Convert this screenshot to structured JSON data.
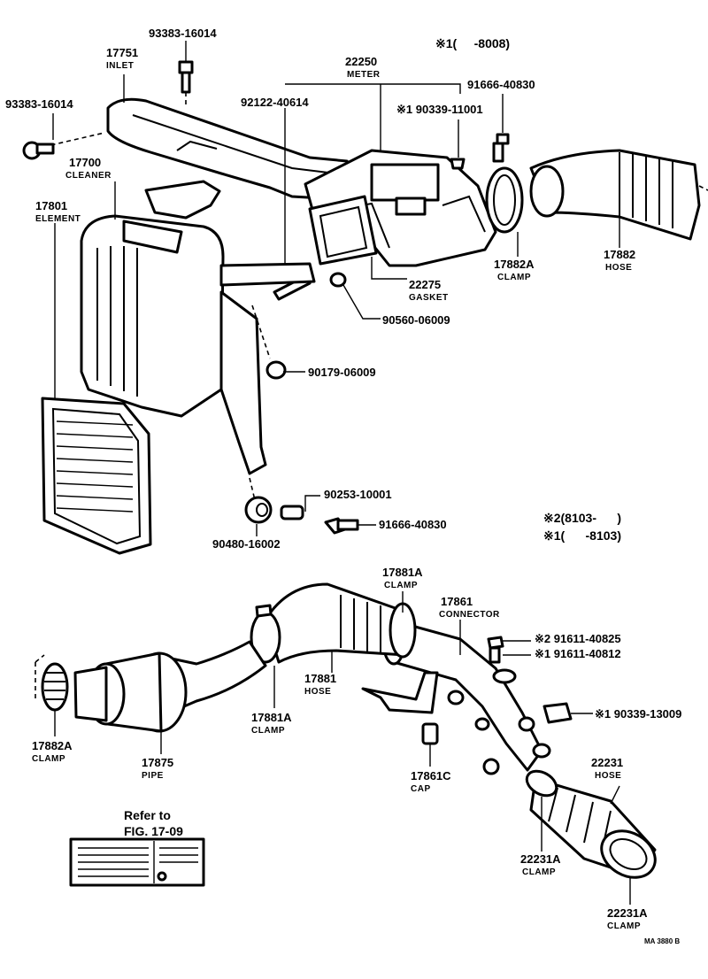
{
  "parts": [
    {
      "id": "p1",
      "number": "93383-16014",
      "name": ""
    },
    {
      "id": "p2",
      "number": "17751",
      "name": "INLET"
    },
    {
      "id": "p3",
      "number": "93383-16014",
      "name": ""
    },
    {
      "id": "p4",
      "number": "22250",
      "name": "METER"
    },
    {
      "id": "p5",
      "number": "92122-40614",
      "name": ""
    },
    {
      "id": "p6",
      "number": "91666-40830",
      "name": ""
    },
    {
      "id": "p7",
      "number": "※1 90339-11001",
      "name": ""
    },
    {
      "id": "p8",
      "number": "17700",
      "name": "CLEANER"
    },
    {
      "id": "p9",
      "number": "17801",
      "name": "ELEMENT"
    },
    {
      "id": "p10",
      "number": "17882A",
      "name": "CLAMP"
    },
    {
      "id": "p11",
      "number": "17882",
      "name": "HOSE"
    },
    {
      "id": "p12",
      "number": "22275",
      "name": "GASKET"
    },
    {
      "id": "p13",
      "number": "90560-06009",
      "name": ""
    },
    {
      "id": "p14",
      "number": "90179-06009",
      "name": ""
    },
    {
      "id": "p15",
      "number": "90253-10001",
      "name": ""
    },
    {
      "id": "p16",
      "number": "91666-40830",
      "name": ""
    },
    {
      "id": "p17",
      "number": "90480-16002",
      "name": ""
    },
    {
      "id": "p18",
      "number": "17881A",
      "name": "CLAMP"
    },
    {
      "id": "p19",
      "number": "17861",
      "name": "CONNECTOR"
    },
    {
      "id": "p20",
      "number": "※2 91611-40825",
      "name": ""
    },
    {
      "id": "p21",
      "number": "※1 91611-40812",
      "name": ""
    },
    {
      "id": "p22",
      "number": "17881",
      "name": "HOSE"
    },
    {
      "id": "p23",
      "number": "17881A",
      "name": "CLAMP"
    },
    {
      "id": "p24",
      "number": "※1 90339-13009",
      "name": ""
    },
    {
      "id": "p25",
      "number": "17882A",
      "name": "CLAMP"
    },
    {
      "id": "p26",
      "number": "17875",
      "name": "PIPE"
    },
    {
      "id": "p27",
      "number": "17861C",
      "name": "CAP"
    },
    {
      "id": "p28",
      "number": "22231",
      "name": "HOSE"
    },
    {
      "id": "p29",
      "number": "22231A",
      "name": "CLAMP"
    },
    {
      "id": "p30",
      "number": "22231A",
      "name": "CLAMP"
    }
  ],
  "notes": {
    "top_serial": "※1(     -8008)",
    "mid_serial_1": "※2(8103-      )",
    "mid_serial_2": "※1(      -8103)",
    "refer_line1": "Refer to",
    "refer_line2": "FIG. 17-09",
    "drawing_code": "MA 3880 B"
  }
}
